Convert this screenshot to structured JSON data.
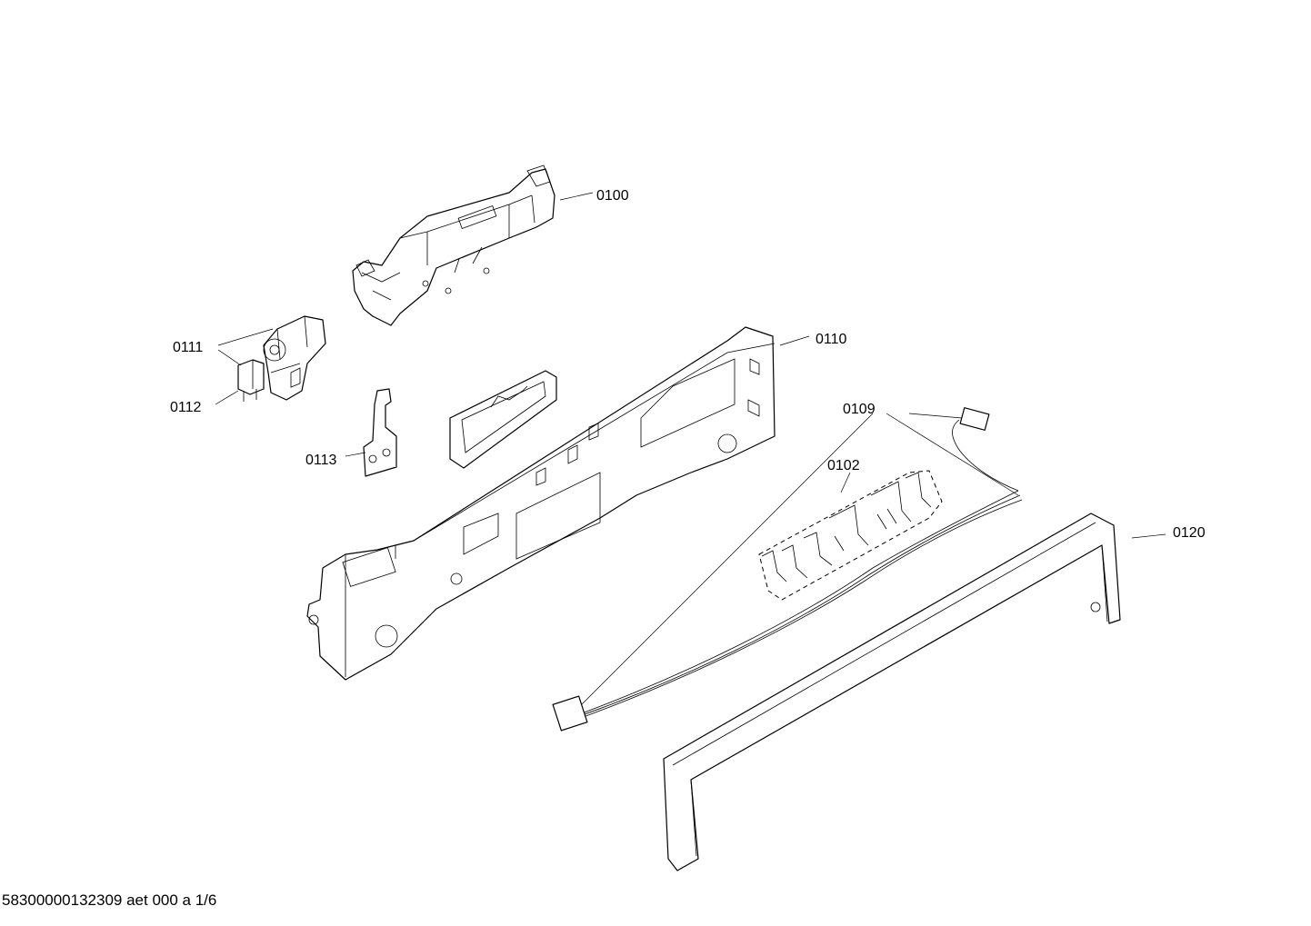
{
  "parts": [
    {
      "id": "p0100",
      "label": "0100"
    },
    {
      "id": "p0110",
      "label": "0110"
    },
    {
      "id": "p0111",
      "label": "0111"
    },
    {
      "id": "p0112",
      "label": "0112"
    },
    {
      "id": "p0113",
      "label": "0113"
    },
    {
      "id": "p0109",
      "label": "0109"
    },
    {
      "id": "p0102",
      "label": "0102"
    },
    {
      "id": "p0120",
      "label": "0120"
    }
  ],
  "footer": {
    "text": "58300000132309 aet 000 a 1/6"
  }
}
